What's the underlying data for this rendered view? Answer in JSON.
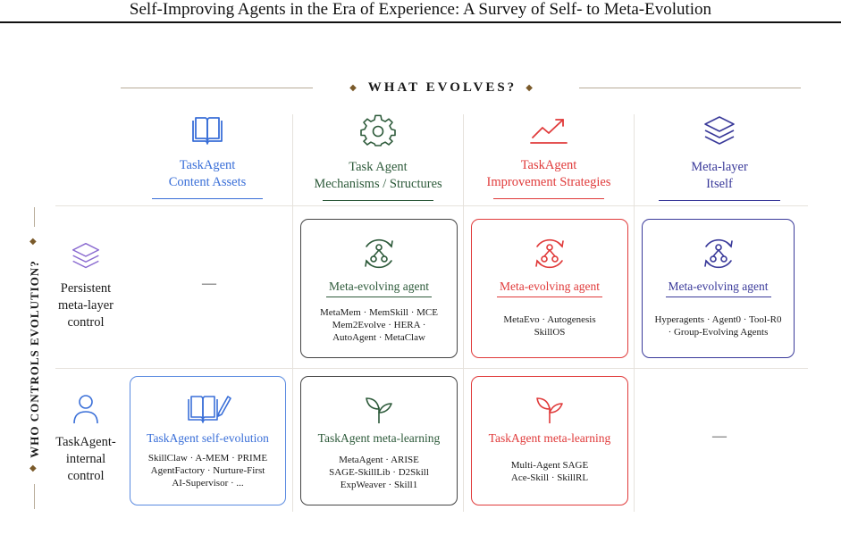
{
  "header": {
    "running_title": "Self-Improving Agents in the Era of Experience: A Survey of Self- to Meta-Evolution"
  },
  "axes": {
    "what_evolves": "WHAT EVOLVES?",
    "who_controls": "WHO CONTROLS EVOLUTION?"
  },
  "columns": [
    {
      "line1": "TaskAgent",
      "line2": "Content Assets",
      "icon": "book-icon",
      "color": "#3a6fd8"
    },
    {
      "line1": "Task Agent",
      "line2": "Mechanisms / Structures",
      "icon": "gear-icon",
      "color": "#2d5a3a"
    },
    {
      "line1": "TaskAgent",
      "line2": "Improvement Strategies",
      "icon": "trend-up-icon",
      "color": "#e03a3a"
    },
    {
      "line1": "Meta-layer",
      "line2": "Itself",
      "icon": "layers-icon",
      "color": "#3a3a9a"
    }
  ],
  "rows": [
    {
      "line1": "Persistent",
      "line2": "meta-layer",
      "line3": "control",
      "icon": "layers-icon"
    },
    {
      "line1": "TaskAgent-",
      "line2": "internal",
      "line3": "control",
      "icon": "person-icon"
    }
  ],
  "empty_marker": "—",
  "cards": {
    "r1c2": {
      "title": "Meta-evolving agent",
      "l1": "MetaMem · MemSkill · MCE",
      "l2": "Mem2Evolve · HERA ·",
      "l3": "AutoAgent · MetaClaw"
    },
    "r1c3": {
      "title": "Meta-evolving agent",
      "l1": "MetaEvo · Autogenesis",
      "l2": "SkillOS"
    },
    "r1c4": {
      "title": "Meta-evolving agent",
      "l1": "Hyperagents · Agent0 · Tool-R0",
      "l2": "· Group-Evolving Agents"
    },
    "r2c1": {
      "title": "TaskAgent self-evolution",
      "l1": "SkillClaw · A-MEM · PRIME",
      "l2": "AgentFactory · Nurture-First",
      "l3": "AI-Supervisor · ..."
    },
    "r2c2": {
      "title": "TaskAgent meta-learning",
      "l1": "MetaAgent · ARISE",
      "l2": "SAGE-SkillLib · D2Skill",
      "l3": "ExpWeaver · Skill1"
    },
    "r2c3": {
      "title": "TaskAgent meta-learning",
      "l1": "Multi-Agent SAGE",
      "l2": "Ace-Skill · SkillRL"
    }
  },
  "colors": {
    "blue": "#3a6fd8",
    "green": "#2d5a3a",
    "red": "#e03a3a",
    "indigo": "#3a3a9a",
    "accent_gold": "#7a5a2a"
  }
}
